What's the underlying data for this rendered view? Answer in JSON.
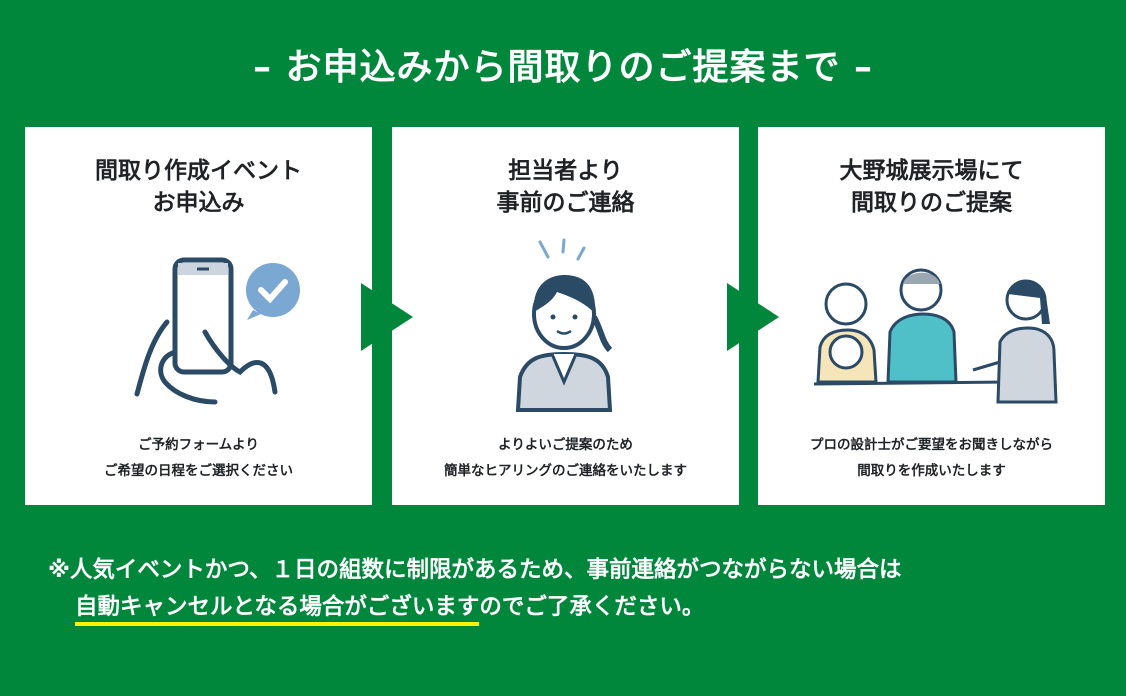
{
  "title": "– お申込みから間取りのご提案まで –",
  "steps": [
    {
      "heading": [
        "間取り作成イベント",
        "お申込み"
      ],
      "text": [
        "ご予約フォームより",
        "ご希望の日程をご選択ください"
      ],
      "icon": "smartphone-check-icon"
    },
    {
      "heading": [
        "担当者より",
        "事前のご連絡"
      ],
      "text": [
        "よりよいご提案のため",
        "簡単なヒアリングのご連絡をいたします"
      ],
      "icon": "staff-person-icon"
    },
    {
      "heading": [
        "大野城展示場にて",
        "間取りのご提案"
      ],
      "text": [
        "プロの設計士がご要望をお聞きしながら",
        "間取りを作成いたします"
      ],
      "icon": "family-consultation-icon"
    }
  ],
  "note": {
    "line1": "※人気イベントかつ、１日の組数に制限があるため、事前連絡がつながらない場合は",
    "line2_highlight": "自動キャンセルとなる場合がございます",
    "line2_rest": "のでご了承ください。"
  },
  "colors": {
    "background": "#00873c",
    "card": "#ffffff",
    "ink": "#2a4a66",
    "accent": "#7aa8d2",
    "highlight": "#fff200"
  }
}
